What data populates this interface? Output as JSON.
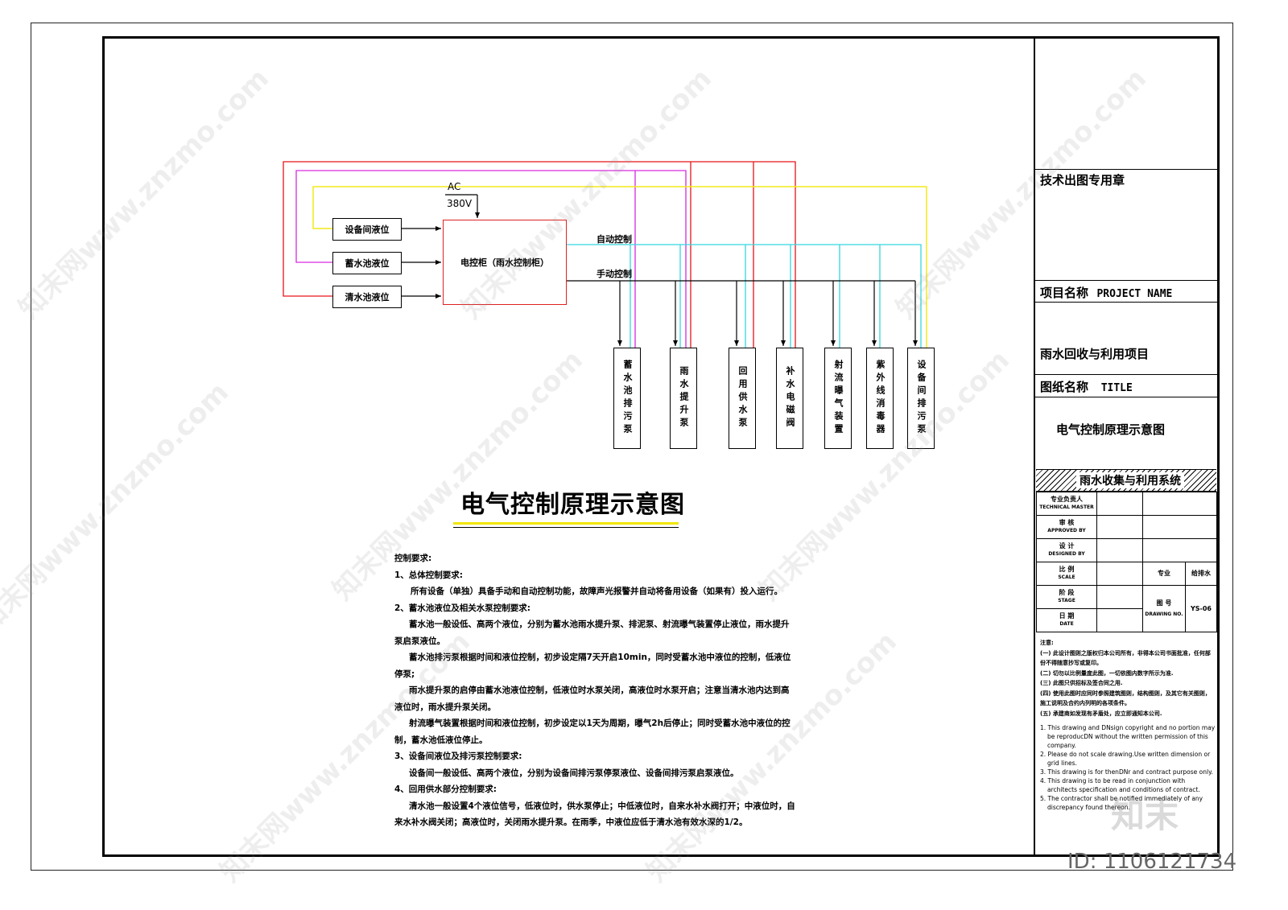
{
  "diagram": {
    "ac_label": "AC",
    "voltage_label": "380V",
    "controller_label": "电控柜（雨水控制柜）",
    "auto_label": "自动控制",
    "manual_label": "手动控制",
    "sensors": [
      "设备间液位",
      "蓄水池液位",
      "清水池液位"
    ],
    "devices": [
      "蓄水池排污泵",
      "雨水提升泵",
      "回用供水泵",
      "补水电磁阀",
      "射流曝气装置",
      "紫外线消毒器",
      "设备间排污泵"
    ],
    "colors": {
      "red": "#e8141b",
      "magenta": "#d62ae0",
      "yellow": "#f2ea1a",
      "cyan": "#35d6e0",
      "black": "#000000"
    }
  },
  "heading": "电气控制原理示意图",
  "notes": {
    "title": "控制要求:",
    "s1": "1、总体控制要求:",
    "s1a": "所有设备（单独）具备手动和自动控制功能，故障声光报警并自动将备用设备（如果有）投入运行。",
    "s2": "2、蓄水池液位及相关水泵控制要求:",
    "s2a": "蓄水池一般设低、高两个液位，分别为蓄水池雨水提升泵、排泥泵、射流曝气装置停止液位，雨水提升泵启泵液位。",
    "s2b": "蓄水池排污泵根据时间和液位控制，初步设定隔7天开启10min，同时受蓄水池中液位的控制，低液位停泵;",
    "s2c": "雨水提升泵的启停由蓄水池液位控制，低液位时水泵关闭，高液位时水泵开启；注意当清水池内达到高液位时，雨水提升泵关闭。",
    "s2d": "射流曝气装置根据时间和液位控制，初步设定以1天为周期，曝气2h后停止；同时受蓄水池中液位的控制，蓄水池低液位停止。",
    "s3": "3、设备间液位及排污泵控制要求:",
    "s3a": "设备间一般设低、高两个液位，分别为设备间排污泵停泵液位、设备间排污泵启泵液位。",
    "s4": "4、回用供水部分控制要求:",
    "s4a": "清水池一般设置4个液位信号，低液位时，供水泵停止；中低液位时，自来水补水阀打开；中液位时，自来水补水阀关闭；高液位时，关闭雨水提升泵。在雨季，中液位应低于清水池有效水深的1/2。"
  },
  "title_block": {
    "stamp": "技术出图专用章",
    "project_label": "项目名称",
    "project_label_en": "PROJECT NAME",
    "project_name": "雨水回收与利用项目",
    "drawing_label": "图纸名称",
    "drawing_label_en": "TITLE",
    "drawing_name": "电气控制原理示意图",
    "system_name": "雨水收集与利用系统",
    "rows": [
      {
        "cn": "专业负责人",
        "en": "TECHNICAL MASTER"
      },
      {
        "cn": "审 核",
        "en": "APPROVED BY"
      },
      {
        "cn": "设 计",
        "en": "DESIGNED BY"
      },
      {
        "cn": "比 例",
        "en": "SCALE"
      },
      {
        "cn": "阶 段",
        "en": "STAGE"
      },
      {
        "cn": "日 期",
        "en": "DATE"
      }
    ],
    "major_label": "专业",
    "major_value": "给排水",
    "drawing_no_label": "图 号",
    "drawing_no_label_en": "DRAWING NO.",
    "drawing_no": "YS-06",
    "notes_title": "注意:",
    "notes_cn": [
      "(一) 此设计图则之版权归本公司所有，非得本公司书面批准，任何部份不得随意抄写或复印。",
      "(二) 切勿以比例量度此图，一切依图内数字所示为准.",
      "(三) 此图只供招标及签合同之用.",
      "(四) 使用此图时应同时参照建筑图则，结构图则，及其它有关图则，施工说明及合约内列明的各项条件。",
      "(五) 承建商如发现有矛盾处，应立即通知本公司."
    ],
    "notes_en": [
      "1. This drawing and DNsign copyright and no portion may be reproducDN without the written permission of this company.",
      "2. Please do not scale drawing.Use written dimension or grid lines.",
      "3. This drawing is for thenDNr and contract purpose only.",
      "4. This drawing is to be read in conjunction with architects specification and conditions of contract.",
      "5. The contractor shall be notified immediately of any discrepancy found thereon."
    ]
  },
  "watermark": "知末网www.znzmo.com",
  "logo": "知末",
  "id_text": "ID: 1106121734"
}
